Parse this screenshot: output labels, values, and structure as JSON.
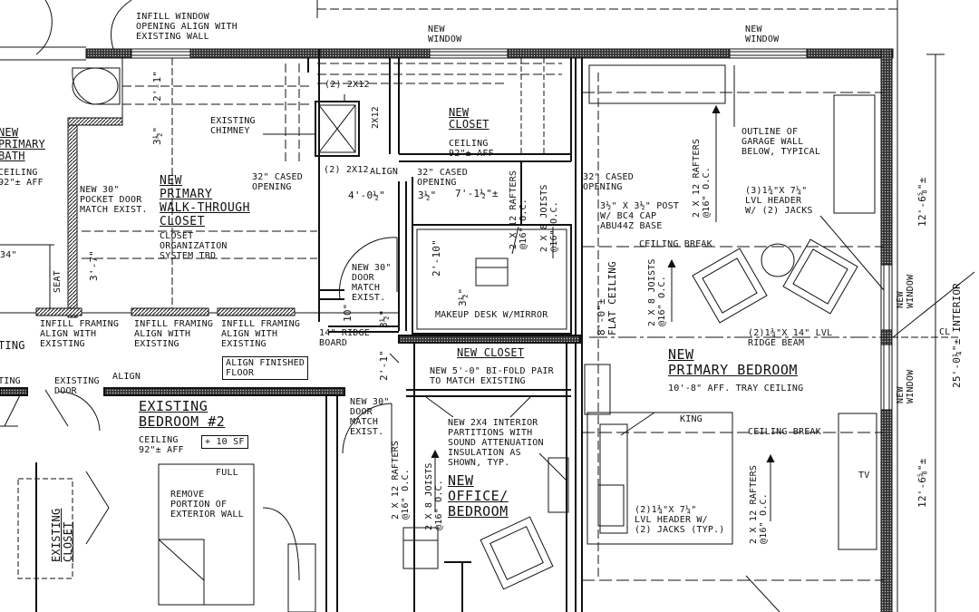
{
  "labels": {
    "infill_window": "INFILL WINDOW\nOPENING ALIGN WITH\nEXISTING WALL",
    "new_window_top1": "NEW\nWINDOW",
    "new_window_top2": "NEW\nWINDOW",
    "new_primary_bath": "NEW\nPRIMARY\nBATH",
    "bath_ceiling": "CEILING\n92\"± AFF",
    "dim_2_1": "2'-1\"",
    "dim_3_half": "3½\"",
    "existing_chimney": "EXISTING\nCHIMNEY",
    "two_2x12_top": "(2) 2X12",
    "two_2x12_side": "2X12",
    "two_2x12_align": "(2) 2X12",
    "align": "ALIGN",
    "new_closet_top": "NEW\nCLOSET",
    "closet_ceiling": "CEILING\n92\"± AFF",
    "cased_opening_1": "32\" CASED\nOPENING",
    "cased_opening_2": "32\" CASED\nOPENING",
    "cased_opening_3": "32\" CASED\nOPENING",
    "dim_4_0half": "4'-0½\"",
    "dim_3_half_b": "3½\"",
    "dim_7_1half": "7'-1½\"±",
    "pocket_door": "NEW 30\"\nPOCKET DOOR\nMATCH EXIST.",
    "walk_through_title": "NEW\nPRIMARY\nWALK-THROUGH\nCLOSET",
    "closet_organization": "CLOSET\nORGANIZATION\nSYSTEM TBD",
    "rafters_1": "2 X 12 RAFTERS\n@16\" O.C.",
    "joists_1": "2 X 8 JOISTS\n@16\" O.C.",
    "post_note": "3½\" X 3½\" POST\nW/ BC4 CAP\nABU44Z BASE",
    "ceiling_break_1": "CEILING BREAK",
    "outline_garage": "OUTLINE OF\nGARAGE WALL\nBELOW, TYPICAL",
    "rafters_2": "2 X 12 RAFTERS\n@16\" O.C.",
    "lvl_header_1": "(3)1¾\"X 7¼\"\nLVL HEADER\nW/ (2) JACKS",
    "dim_12_6_top": "12'-6⅝\"±",
    "dim_3_7": "3'-7\"",
    "dim_34": "34\"",
    "seat": "SEAT",
    "door_30_1": "NEW 30\"\nDOOR\nMATCH\nEXIST.",
    "dim_10": "10\"",
    "dim_3_half_c": "3½\"",
    "dim_2_10": "2'-10\"",
    "dim_3_half_d": "3½\"",
    "flat_ceiling": "8'-0\"±\nFLAT CEILING",
    "joists_2": "2 X 8 JOISTS\n@16\" O.C.",
    "new_window_right1": "NEW\nWINDOW",
    "dim_25_0": "25'-0¼\"± INTERIOR",
    "makeup_desk": "MAKEUP DESK W/MIRROR",
    "lvl_ridge": "(2)1¾\"X 14\" LVL\nRIDGE BEAM",
    "cl": "CL",
    "infill_framing_1": "INFILL FRAMING\nALIGN WITH\nEXISTING",
    "infill_framing_2": "INFILL FRAMING\nALIGN WITH\nEXISTING",
    "infill_framing_3": "INFILL FRAMING\nALIGN WITH\nEXISTING",
    "ridge_board": "14\" RIDGE\nBOARD",
    "dim_2_1b": "2'-1\"",
    "left_edge_1": "TING",
    "new_closet_mid": "NEW CLOSET",
    "bifold": "NEW 5'-0\" BI-FOLD PAIR\nTO MATCH EXISTING",
    "primary_bedroom_title": "NEW\nPRIMARY BEDROOM",
    "tray_ceiling": "10'-8\" AFF. TRAY CEILING",
    "align_finished": "ALIGN FINISHED\nFLOOR",
    "left_edge_2": "TING",
    "existing_door": "EXISTING\nDOOR",
    "align_2": "ALIGN",
    "new_window_right2": "NEW\nWINDOW",
    "existing_bedroom_title": "EXISTING\nBEDROOM #2",
    "bedroom2_ceiling": "CEILING\n92\"± AFF",
    "plus_10sf": "+ 10 SF",
    "door_30_2": "NEW 30\"\nDOOR\nMATCH\nEXIST.",
    "partitions_note": "NEW 2X4 INTERIOR\nPARTITIONS WITH\nSOUND ATTENUATION\nINSULATION AS\nSHOWN, TYP.",
    "king": "KING",
    "ceiling_break_2": "CEILING BREAK",
    "full": "FULL",
    "remove_portion": "REMOVE\nPORTION OF\nEXTERIOR WALL",
    "rafters_3": "2 X 12 RAFTERS\n@16\" O.C.",
    "joists_3": "2 X 8 JOISTS\n@16\" O.C.",
    "office_title": "NEW\nOFFICE/\nBEDROOM",
    "tv": "TV",
    "rafters_4": "2 X 12 RAFTERS\n@16\" O.C.",
    "lvl_header_2": "(2)1¾\"X 7¼\"\nLVL HEADER W/\n(2) JACKS (TYP.)",
    "dim_12_6_bottom": "12'-6⅝\"±",
    "existing_closet": "EXISTING\nCLOSET"
  }
}
